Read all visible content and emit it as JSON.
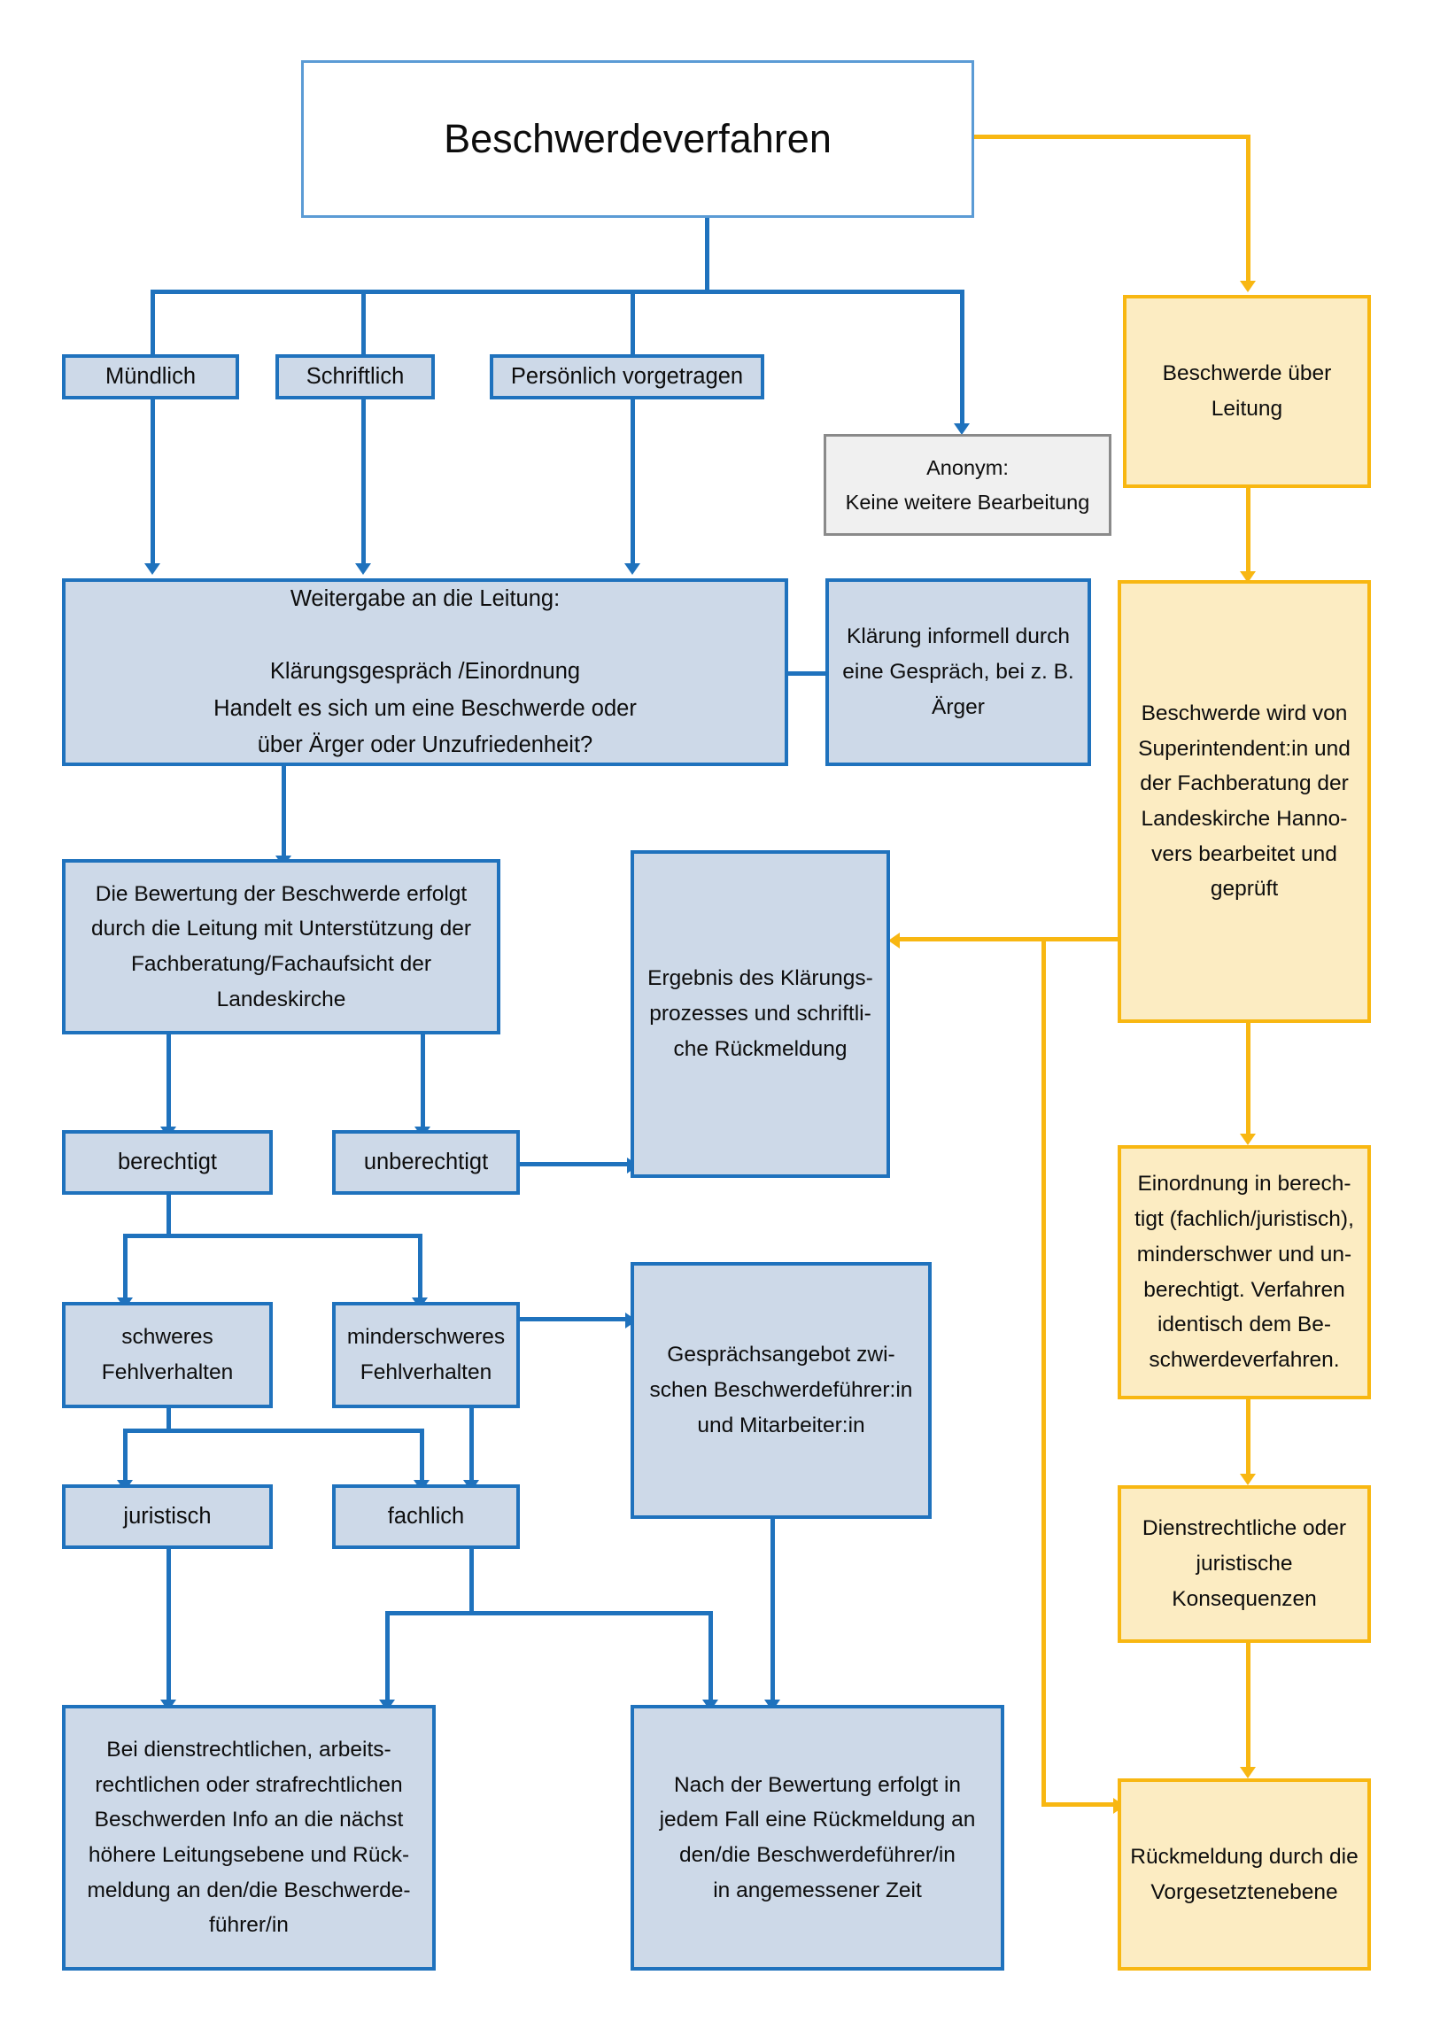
{
  "diagram": {
    "title": "Beschwerdeverfahren",
    "colors": {
      "blue_border": "#1f72bd",
      "blue_fill": "#cdd9e8",
      "title_border": "#5b9bd5",
      "yellow_border": "#f8b712",
      "yellow_fill": "#fcecc2",
      "grey_border": "#8a8a8a",
      "grey_fill": "#f0f0f0"
    },
    "nodes": {
      "title": "Beschwerdeverfahren",
      "muendlich": "Mündlich",
      "schriftlich": "Schriftlich",
      "persoenlich": "Persönlich vorgetragen",
      "anonym": "Anonym:\nKeine weitere Bearbeitung",
      "weitergabe": "Weitergabe an die Leitung:\n\nKlärungsgespräch /Einordnung\nHandelt es sich um eine Beschwerde oder\nüber Ärger oder Unzufriedenheit?",
      "klaerung_informell": "Klärung informell durch\neine Gespräch, bei z. B.\nÄrger",
      "bewertung": "Die Bewertung der Beschwerde erfolgt\ndurch die Leitung mit Unterstützung der\nFachberatung/Fachaufsicht der\nLandeskirche",
      "berechtigt": "berechtigt",
      "unberechtigt": "unberechtigt",
      "ergebnis": "Ergebnis des  Klärungs-\nprozesses und schriftli-\nche Rückmeldung",
      "schweres_fehlverhalten": "schweres\nFehlverhalten",
      "minderschweres_fehlverhalten": "minderschweres\nFehlverhalten",
      "gespraechsangebot": "Gesprächsangebot zwi-\nschen Beschwerdeführer:in\nund Mitarbeiter:in",
      "juristisch": "juristisch",
      "fachlich": "fachlich",
      "bei_dienstrechtlichen": "Bei dienstrechtlichen, arbeits-\nrechtlichen oder strafrechtlichen\nBeschwerden Info an die nächst\nhöhere Leitungsebene und Rück-\nmeldung an den/die Beschwerde-\nführer/in",
      "nach_der_bewertung": "Nach der Bewertung erfolgt in\njedem Fall eine Rückmeldung an\nden/die Beschwerdeführer/in\nin angemessener Zeit",
      "beschwerde_ueber_leitung": "Beschwerde über\nLeitung",
      "beschwerde_wird_von": "Beschwerde wird von\nSuperintendent:in und\nder Fachberatung der\nLandeskirche Hanno-\nvers bearbeitet und\ngeprüft",
      "einordnung_in_berechtigt": "Einordnung in berech-\ntigt (fachlich/juristisch),\nminderschwer und un-\nberechtigt. Verfahren\nidentisch dem Be-\nschwerdeverfahren.",
      "dienstrechtliche_konsequenzen": "Dienstrechtliche oder\njuristische\nKonsequenzen",
      "rueckmeldung_vorgesetztenebene": "Rückmeldung durch die\nVorgesetztenebene"
    }
  }
}
